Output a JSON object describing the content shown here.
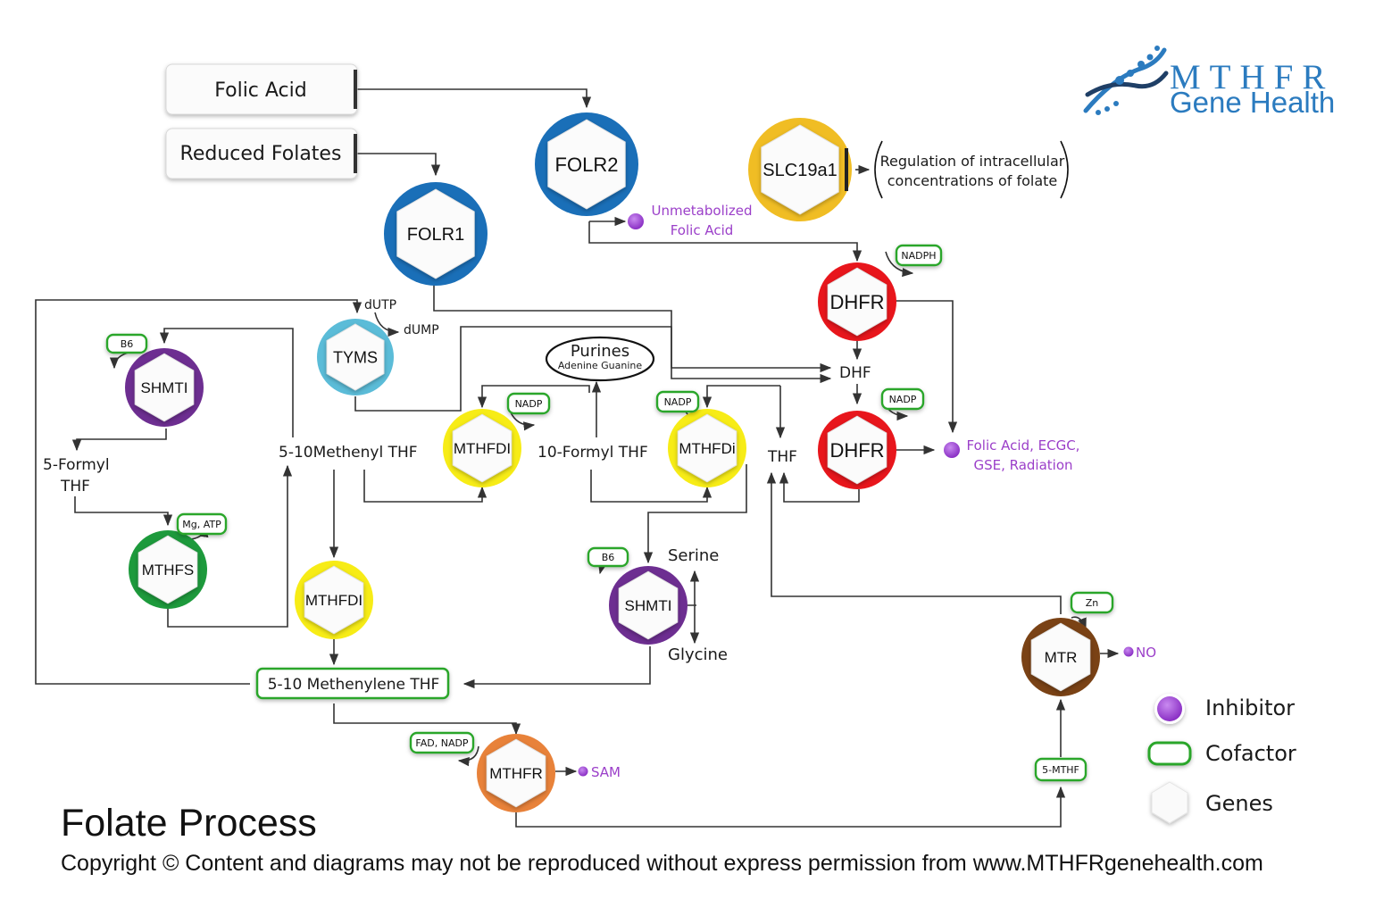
{
  "title": "Folate Process",
  "copyright": "Copyright © Content and diagrams may not be reproduced without express permission from www.MTHFRgenehealth.com",
  "logo": {
    "line1": "MTHFR",
    "line2": "Gene Health",
    "color": "#2b7bbf"
  },
  "sources": {
    "folic_acid": "Folic Acid",
    "reduced_folates": "Reduced Folates"
  },
  "genes": {
    "folr2": "FOLR2",
    "folr1": "FOLR1",
    "slc19a1": "SLC19a1",
    "dhfr_top": "DHFR",
    "dhfr_bottom": "DHFR",
    "tyms": "TYMS",
    "shmt_left": "SHMTI",
    "mthfs": "MTHFS",
    "mthfd_a": "MTHFDI",
    "mthfd_b": "MTHFDi",
    "mthfd_c": "MTHFDI",
    "shmt_right": "SHMTI",
    "mthfr": "MTHFR",
    "mtr": "MTR"
  },
  "metabolites": {
    "dutp": "dUTP",
    "dump": "dUMP",
    "dhf": "DHF",
    "thf": "THF",
    "five_formyl_1": "5-Formyl",
    "five_formyl_2": "THF",
    "methenyl_thf": "5-10Methenyl THF",
    "ten_formyl_thf": "10-Formyl THF",
    "methylene_thf": "5-10 Methenylene THF",
    "serine": "Serine",
    "glycine": "Glycine",
    "purines": "Purines",
    "adenine_guanine": "Adenine Guanine",
    "regulation_1": "Regulation of intracellular",
    "regulation_2": "concentrations of folate"
  },
  "cofactors": {
    "nadph": "NADPH",
    "b6_left": "B6",
    "nadp_a": "NADP",
    "nadp_b": "NADP",
    "nadp_dhfr": "NADP",
    "mg_atp": "Mg, ATP",
    "b6_right": "B6",
    "fad_nadp": "FAD, NADP",
    "zn": "Zn",
    "five_mthf": "5-MTHF"
  },
  "inhibitors": {
    "unmetabolized_1": "Unmetabolized",
    "unmetabolized_2": "Folic Acid",
    "dhfr_inh_1": "Folic Acid, ECGC,",
    "dhfr_inh_2": "GSE, Radiation",
    "no": "NO",
    "sam": "SAM"
  },
  "legend": {
    "inhibitor": "Inhibitor",
    "cofactor": "Cofactor",
    "genes": "Genes"
  },
  "colors": {
    "folr": "#1a6fb8",
    "slc": "#f0bd24",
    "dhfr": "#e8161c",
    "tyms": "#5bbcd8",
    "shmt": "#6d2e91",
    "mthfs": "#1d9a3c",
    "mthfd": "#f7ec16",
    "mthfr": "#e8823a",
    "mtr": "#7a4215",
    "cofactor": "#2aa62a",
    "inhibitor": "#9b3fc9"
  }
}
